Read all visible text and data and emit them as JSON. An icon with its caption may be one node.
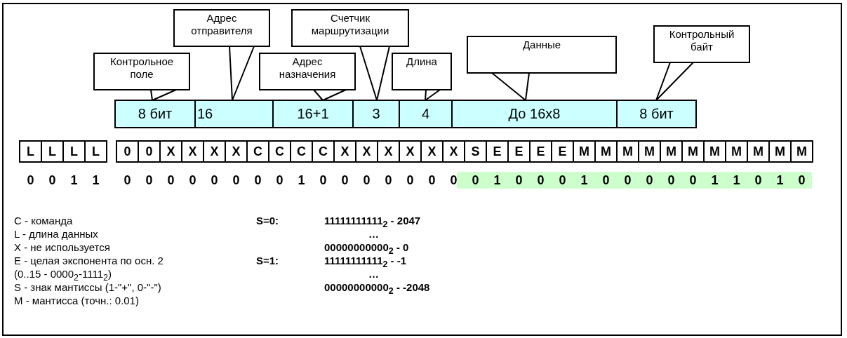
{
  "diagram": {
    "nodes": [
      {
        "text": [
          "Контрольное поле"
        ]
      },
      {
        "text": [
          "Адрес отправителя"
        ]
      },
      {
        "text": [
          "Адрес назначения"
        ]
      },
      {
        "text": [
          "Счетчик маршрутизации"
        ]
      },
      {
        "text": [
          "Длина"
        ]
      },
      {
        "text": [
          "Данные"
        ]
      },
      {
        "text": [
          "Контрольный байт"
        ]
      },
      {
        "text": [
          "8 бит"
        ]
      },
      {
        "text": [
          "16"
        ]
      },
      {
        "text": [
          "16+1"
        ]
      },
      {
        "text": [
          "3"
        ]
      },
      {
        "text": [
          "4"
        ]
      },
      {
        "text": [
          "До 16х8"
        ]
      },
      {
        "text": [
          "8 бит"
        ]
      }
    ],
    "edges": [
      {
        "from": 0,
        "to": 7,
        "arrow": "none"
      },
      {
        "from": 1,
        "to": 8,
        "arrow": "none"
      },
      {
        "from": 2,
        "to": 9,
        "arrow": "none"
      },
      {
        "from": 3,
        "to": 10,
        "arrow": "none"
      },
      {
        "from": 4,
        "to": 11,
        "arrow": "none"
      },
      {
        "from": 5,
        "to": 12,
        "arrow": "none"
      },
      {
        "from": 6,
        "to": 13,
        "arrow": "none"
      }
    ],
    "labels": [
      "L",
      "L",
      "L",
      "L",
      "0",
      "0",
      "X",
      "X",
      "X",
      "X",
      "C",
      "C",
      "C",
      "C",
      "X",
      "X",
      "X",
      "X",
      "X",
      "X",
      "S",
      "E",
      "E",
      "E",
      "E",
      "M",
      "M",
      "M",
      "M",
      "M",
      "M",
      "M",
      "M",
      "M",
      "M",
      "M",
      "0",
      "0",
      "1",
      "1",
      "0",
      "0",
      "0",
      "0",
      "0",
      "0",
      "0",
      "0",
      "1",
      "0",
      "0",
      "0",
      "0",
      "0",
      "0",
      "0",
      "0",
      "1",
      "0",
      "0",
      "0",
      "1",
      "0",
      "0",
      "0",
      "0",
      "0",
      "1",
      "1",
      "0",
      "1",
      "0",
      "C - команда",
      "S=0:",
      "11111111111$_{2}$ - 2047",
      "L - длина данных",
      "…",
      "X - не используется",
      "00000000000$_{2}$ - 0",
      "E - целая экспонента по осн. 2",
      "S=1:",
      "11111111111$_{2}$ - -1",
      "(0..15 - 0000$_{2}$-1111$_{2}$)",
      "…",
      "S - знак мантиссы (1-\"+\", 0-\"-\")",
      "00000000000$_{2}$ - -2048",
      "M - мантисса (точн.: 0.01)"
    ]
  }
}
